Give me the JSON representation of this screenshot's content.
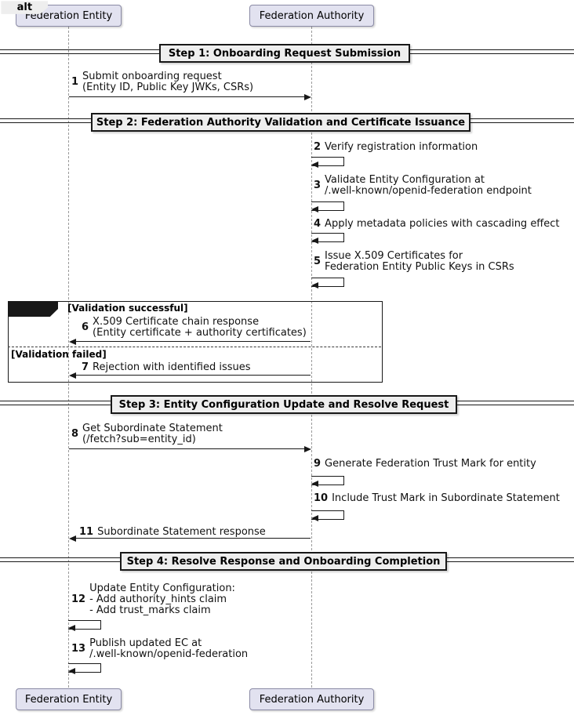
{
  "diagram": {
    "title": "Federation onboarding sequence diagram",
    "colors": {
      "participant_fill": "#E2E2F0",
      "divider_fill": "#EEEEEE",
      "frame_fill": "#EEEEEE",
      "line_color": "#181818",
      "lifeline_color": "#9A9A9A",
      "background": "#FFFFFF"
    },
    "participants": [
      {
        "label": "Federation Entity"
      },
      {
        "label": "Federation Authority"
      }
    ],
    "dividers": [
      {
        "label": "Step 1: Onboarding Request Submission"
      },
      {
        "label": "Step 2: Federation Authority Validation and Certificate Issuance"
      },
      {
        "label": "Step 3: Entity Configuration Update and Resolve Request"
      },
      {
        "label": "Step 4: Resolve Response and Onboarding Completion"
      }
    ],
    "alt": {
      "operator": "alt",
      "guard_success": "[Validation successful]",
      "guard_failed": "[Validation failed]"
    },
    "messages": [
      {
        "num": "1",
        "from": "Federation Entity",
        "to": "Federation Authority",
        "lines": [
          "Submit onboarding request",
          "(Entity ID, Public Key JWKs, CSRs)"
        ]
      },
      {
        "num": "2",
        "from": "Federation Authority",
        "to": "Federation Authority",
        "lines": [
          "Verify registration information"
        ]
      },
      {
        "num": "3",
        "from": "Federation Authority",
        "to": "Federation Authority",
        "lines": [
          "Validate Entity Configuration at",
          "/.well-known/openid-federation endpoint"
        ]
      },
      {
        "num": "4",
        "from": "Federation Authority",
        "to": "Federation Authority",
        "lines": [
          "Apply metadata policies with cascading effect"
        ]
      },
      {
        "num": "5",
        "from": "Federation Authority",
        "to": "Federation Authority",
        "lines": [
          "Issue X.509 Certificates for",
          "Federation Entity Public Keys in CSRs"
        ]
      },
      {
        "num": "6",
        "from": "Federation Authority",
        "to": "Federation Entity",
        "lines": [
          "X.509 Certificate chain response",
          "(Entity certificate + authority certificates)"
        ]
      },
      {
        "num": "7",
        "from": "Federation Authority",
        "to": "Federation Entity",
        "lines": [
          "Rejection with identified issues"
        ]
      },
      {
        "num": "8",
        "from": "Federation Entity",
        "to": "Federation Authority",
        "lines": [
          "Get Subordinate Statement",
          "(/fetch?sub=entity_id)"
        ]
      },
      {
        "num": "9",
        "from": "Federation Authority",
        "to": "Federation Authority",
        "lines": [
          "Generate Federation Trust Mark for entity"
        ]
      },
      {
        "num": "10",
        "from": "Federation Authority",
        "to": "Federation Authority",
        "lines": [
          "Include Trust Mark in Subordinate Statement"
        ]
      },
      {
        "num": "11",
        "from": "Federation Authority",
        "to": "Federation Entity",
        "lines": [
          "Subordinate Statement response"
        ]
      },
      {
        "num": "12",
        "from": "Federation Entity",
        "to": "Federation Entity",
        "lines": [
          "Update Entity Configuration:",
          "- Add authority_hints claim",
          "- Add trust_marks claim"
        ]
      },
      {
        "num": "13",
        "from": "Federation Entity",
        "to": "Federation Entity",
        "lines": [
          "Publish updated EC at",
          "/.well-known/openid-federation"
        ]
      }
    ]
  }
}
